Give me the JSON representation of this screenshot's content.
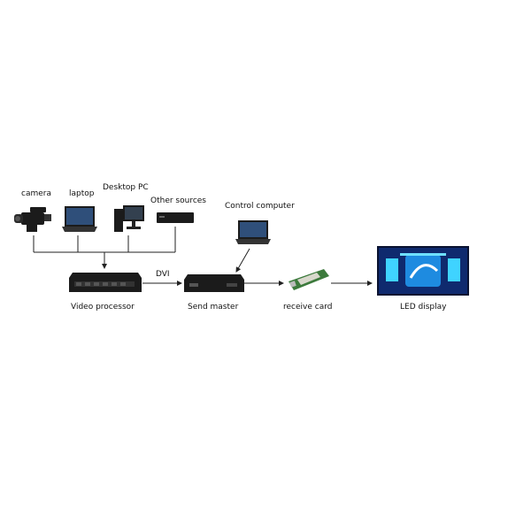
{
  "labels": {
    "camera": "camera",
    "laptop": "laptop",
    "desktop_pc": "Desktop PC",
    "other_sources": "Other sources",
    "control_computer": "Control computer",
    "dvi": "DVI",
    "video_processor": "Video processor",
    "send_master": "Send master",
    "receive_card": "receive card",
    "led_display": "LED display"
  },
  "colors": {
    "line": "#222222",
    "device_dark": "#1b1b1b",
    "pcb_green": "#3c7a3c",
    "screen_blue": "#1e8be0"
  }
}
